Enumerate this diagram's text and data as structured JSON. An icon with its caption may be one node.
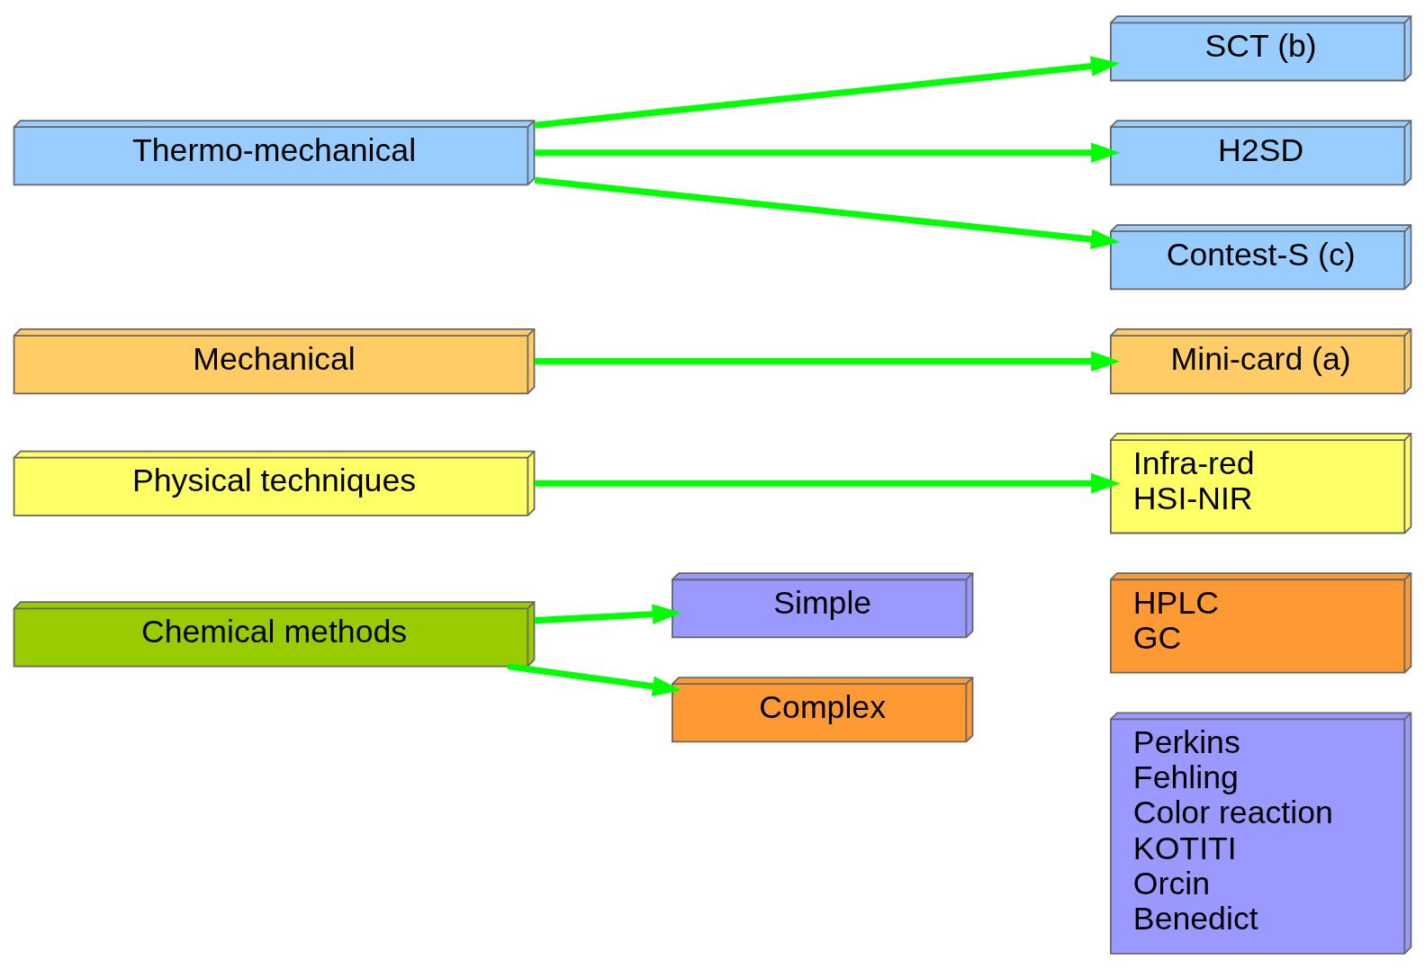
{
  "diagram": {
    "nodes": [
      {
        "text": [
          "Chemical methods"
        ]
      },
      {
        "text": [
          "Simple"
        ]
      },
      {
        "text": [
          "Perkins",
          "Fehling",
          "Color reaction",
          "KOTITI",
          "Orcin",
          "Benedict"
        ]
      },
      {
        "text": [
          "Complex"
        ]
      },
      {
        "text": [
          "HPLC",
          "GC"
        ]
      },
      {
        "text": [
          "Physical techniques"
        ]
      },
      {
        "text": [
          "Infra-red",
          "HSI-NIR"
        ]
      },
      {
        "text": [
          "Mechanical"
        ]
      },
      {
        "text": [
          "Mini-card (a)"
        ]
      },
      {
        "text": [
          "Thermo-mechanical"
        ]
      },
      {
        "text": [
          "SCT (b)"
        ]
      },
      {
        "text": [
          "H2SD"
        ]
      },
      {
        "text": [
          "Contest-S (c)"
        ]
      }
    ],
    "edges": [
      {
        "from": 0,
        "to": 1,
        "arrow": "to"
      },
      {
        "from": 0,
        "to": 3,
        "arrow": "to"
      },
      {
        "from": 5,
        "to": 6,
        "arrow": "to"
      },
      {
        "from": 7,
        "to": 8,
        "arrow": "to"
      },
      {
        "from": 9,
        "to": 10,
        "arrow": "to"
      },
      {
        "from": 9,
        "to": 11,
        "arrow": "to"
      },
      {
        "from": 9,
        "to": 12,
        "arrow": "to"
      }
    ]
  }
}
